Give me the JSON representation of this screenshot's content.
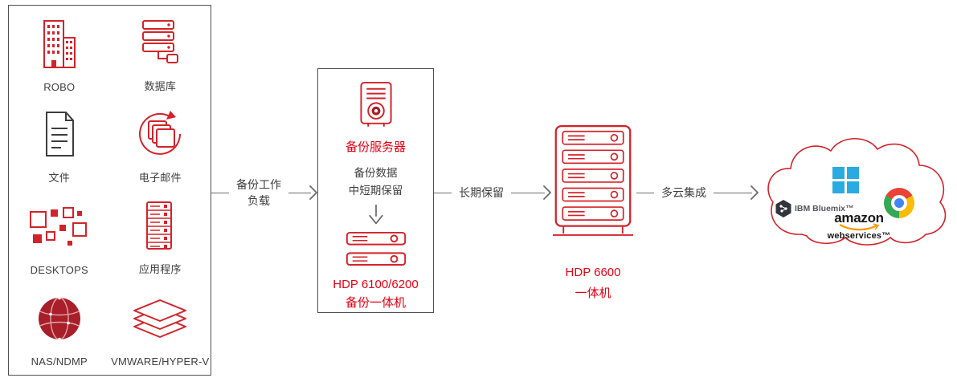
{
  "colors": {
    "accent_red": "#e60012",
    "icon_red": "#d2232a",
    "nas_fill": "#a81e29",
    "dark_text": "#3f3f3f",
    "line_gray": "#6b6b6b",
    "box_border": "#4f4f4f",
    "ms_blue": "#29abe2",
    "ibm_dark": "#33333d",
    "amazon_orange": "#ff9900",
    "google_red": "#ea4335",
    "google_yellow": "#fbbc05",
    "google_green": "#34a853",
    "google_blue": "#4285f4"
  },
  "sources": {
    "items": [
      {
        "label": "ROBO",
        "icon": "building-icon"
      },
      {
        "label": "数据库",
        "icon": "database-stack-icon"
      },
      {
        "label": "文件",
        "icon": "document-icon"
      },
      {
        "label": "电子邮件",
        "icon": "email-sync-icon"
      },
      {
        "label": "DESKTOPS",
        "icon": "desktops-scatter-icon"
      },
      {
        "label": "应用程序",
        "icon": "application-server-icon"
      },
      {
        "label": "NAS/NDMP",
        "icon": "nas-globe-icon"
      },
      {
        "label": "VMWARE/HYPER-V",
        "icon": "hypervisor-layers-icon"
      }
    ]
  },
  "connectors": {
    "workload": {
      "line1": "备份工作",
      "line2": "负载"
    },
    "long_term": {
      "label": "长期保留"
    },
    "multicloud": {
      "label": "多云集成"
    }
  },
  "backup_box": {
    "server_icon": "tower-server-icon",
    "server_label": "备份服务器",
    "retention_line1": "备份数据",
    "retention_line2": "中短期保留",
    "appliance_icon": "rack-2u-icon",
    "appliance_line1": "HDP 6100/6200",
    "appliance_line2": "备份一体机"
  },
  "hdp6600": {
    "icon": "rack-5u-icon",
    "line1": "HDP 6600",
    "line2": "一体机"
  },
  "cloud": {
    "icon": "cloud-outline-icon",
    "ibm_label": "IBM Bluemix™",
    "amazon_line1": "amazon",
    "amazon_line2": "webservices™",
    "logos": [
      "ibm-bluemix",
      "microsoft",
      "google",
      "amazon-web-services"
    ]
  }
}
